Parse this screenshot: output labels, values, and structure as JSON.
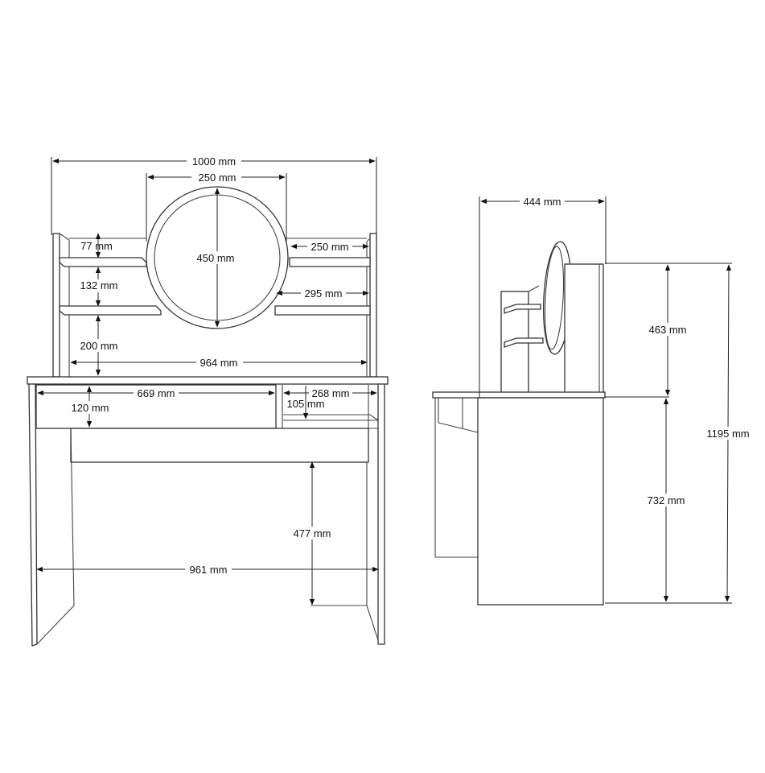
{
  "drawing": {
    "front_view": {
      "overall_width": "1000 mm",
      "mirror_bracket_width": "250 mm",
      "mirror_diameter": "450 mm",
      "top_shelf_gap": "77 mm",
      "middle_shelf_gap": "132 mm",
      "lower_shelf_gap": "200 mm",
      "right_top_shelf_width": "250 mm",
      "right_lower_shelf_width": "295 mm",
      "hutch_inner_width": "964 mm",
      "drawer_width": "669 mm",
      "drawer_height": "120 mm",
      "open_compartment_width": "268 mm",
      "open_compartment_height": "105 mm",
      "knee_clearance_height": "477 mm",
      "inner_leg_width": "961 mm"
    },
    "side_view": {
      "depth": "444 mm",
      "hutch_height": "463 mm",
      "desk_height": "732 mm",
      "total_height": "1195 mm"
    }
  }
}
